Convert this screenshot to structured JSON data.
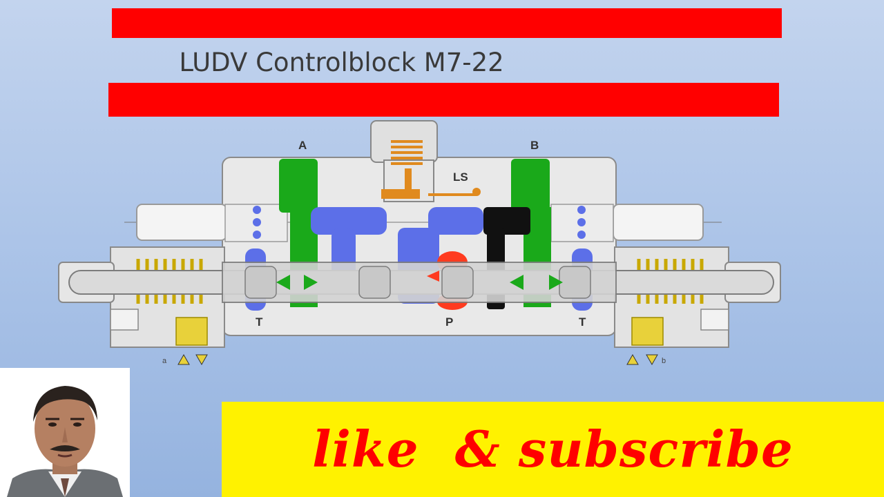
{
  "title": "LUDV Controlblock M7-22",
  "diagram": {
    "ports": {
      "a_port": "A",
      "b_port": "B",
      "ls": "LS",
      "t_left": "T",
      "p": "P",
      "t_right": "T"
    },
    "pilot_left": "a",
    "pilot_right": "b"
  },
  "banner": {
    "text": "like  & subscribe"
  },
  "colors": {
    "accent": "#ff0000",
    "banner_bg": "#fff200",
    "pressure_green": "#1aa91a",
    "tank_blue": "#5c6fe8",
    "load_sense_orange": "#e08a1e"
  },
  "icons": [
    "presenter-photo"
  ]
}
